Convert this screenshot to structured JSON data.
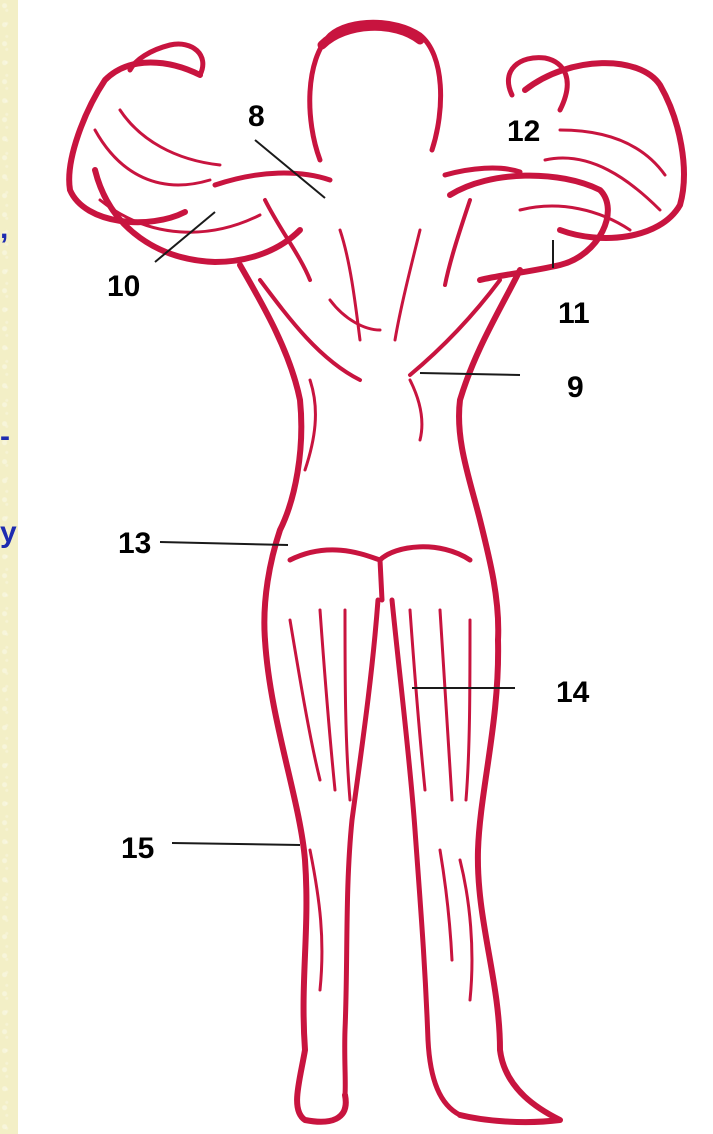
{
  "side_marks": [
    ",",
    "-",
    "y"
  ],
  "labels": {
    "l8": "8",
    "l9": "9",
    "l10": "10",
    "l11": "11",
    "l12": "12",
    "l13": "13",
    "l14": "14",
    "l15": "15"
  },
  "colors": {
    "background": "#f3efc6",
    "muscle_ink": "#c8143f",
    "mark_text": "#1e2bb0"
  }
}
